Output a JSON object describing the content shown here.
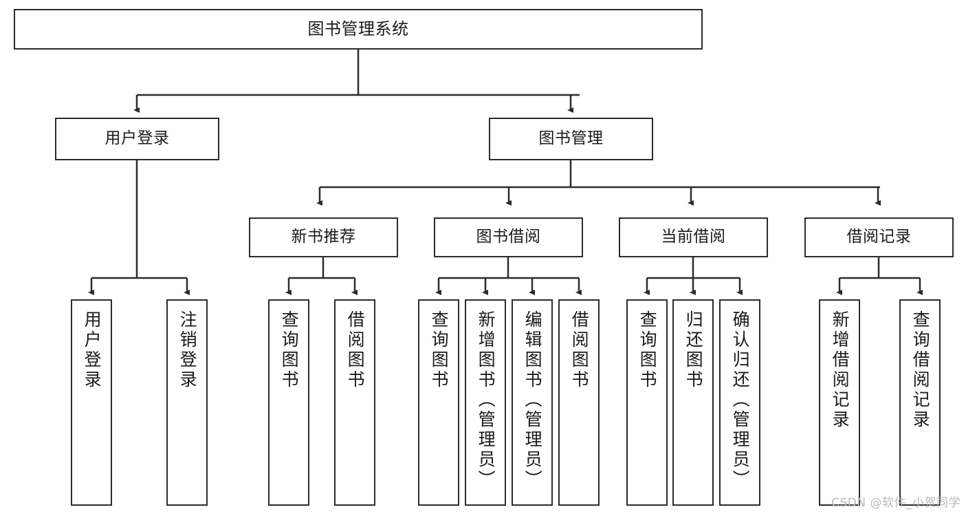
{
  "diagram": {
    "title": "图书管理系统",
    "watermark": "CSDN @软件_小贺同学",
    "line_color": "#2b2b2b",
    "box_fill": "#ffffff",
    "text_color": "#1a1a1a",
    "nodes": {
      "root": {
        "label": "图书管理系统"
      },
      "level2": [
        {
          "label": "用户登录"
        },
        {
          "label": "图书管理"
        }
      ],
      "level3": [
        {
          "label": "新书推荐"
        },
        {
          "label": "图书借阅"
        },
        {
          "label": "当前借阅"
        },
        {
          "label": "借阅记录"
        }
      ],
      "leaves": {
        "user_login": [
          {
            "label": "用户登录"
          },
          {
            "label": "注销登录"
          }
        ],
        "new_book_recommend": [
          {
            "label": "查询图书"
          },
          {
            "label": "借阅图书"
          }
        ],
        "book_borrow": [
          {
            "label": "查询图书"
          },
          {
            "label": "新增图书（管理员）"
          },
          {
            "label": "编辑图书（管理员）"
          },
          {
            "label": "借阅图书"
          }
        ],
        "current_borrow": [
          {
            "label": "查询图书"
          },
          {
            "label": "归还图书"
          },
          {
            "label": "确认归还（管理员）"
          }
        ],
        "borrow_record": [
          {
            "label": "新增借阅记录"
          },
          {
            "label": "查询借阅记录"
          }
        ]
      }
    }
  }
}
